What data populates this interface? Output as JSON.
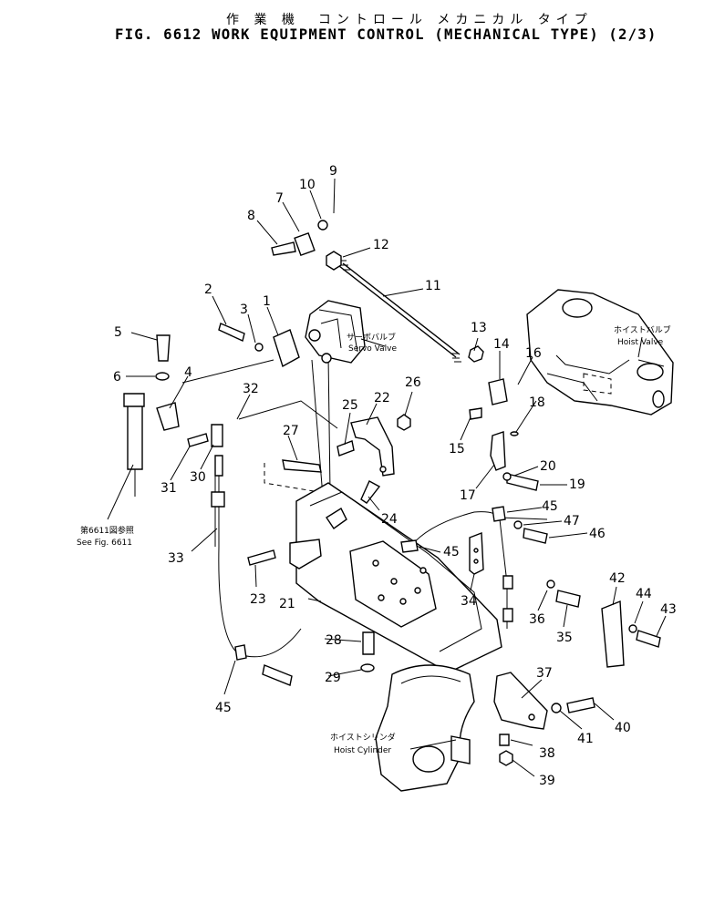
{
  "title": {
    "japanese": "作 業 機　コントロール メカニカル タイプ",
    "english": "FIG. 6612  WORK EQUIPMENT CONTROL (MECHANICAL TYPE) (2/3)"
  },
  "callouts": {
    "servo_valve_jp": "サーボバルブ",
    "servo_valve_en": "Servo Valve",
    "hoist_valve_jp": "ホイストバルブ",
    "hoist_valve_en": "Hoist Valve",
    "hoist_cylinder_jp": "ホイストシリンダ",
    "hoist_cylinder_en": "Hoist Cylinder",
    "see_fig_jp": "第6611図参照",
    "see_fig_en": "See Fig. 6611"
  },
  "part_numbers": [
    "1",
    "2",
    "3",
    "4",
    "5",
    "6",
    "7",
    "8",
    "9",
    "10",
    "11",
    "12",
    "13",
    "14",
    "15",
    "16",
    "17",
    "18",
    "19",
    "20",
    "21",
    "22",
    "23",
    "24",
    "25",
    "26",
    "27",
    "28",
    "29",
    "30",
    "31",
    "32",
    "33",
    "34",
    "35",
    "36",
    "37",
    "38",
    "39",
    "40",
    "41",
    "42",
    "43",
    "44",
    "45",
    "45",
    "45",
    "46",
    "47"
  ]
}
